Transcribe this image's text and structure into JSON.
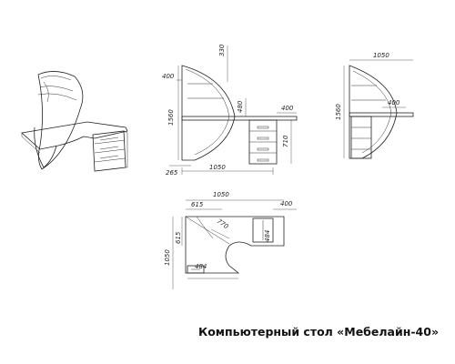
{
  "caption": "Компьютерный стол «Мебелайн-40»",
  "views": {
    "front": {
      "d400": "400",
      "d330": "330",
      "d1560": "1560",
      "d480": "480",
      "d400b": "400",
      "d710": "710",
      "d265": "265",
      "d1050": "1050"
    },
    "side": {
      "d1050": "1050",
      "d1560": "1560",
      "d400": "400"
    },
    "top": {
      "d1050": "1050",
      "d615": "615",
      "d400": "400",
      "d770": "770",
      "d615v": "615",
      "d484": "484",
      "d1050v": "1050",
      "d484b": "484"
    }
  }
}
